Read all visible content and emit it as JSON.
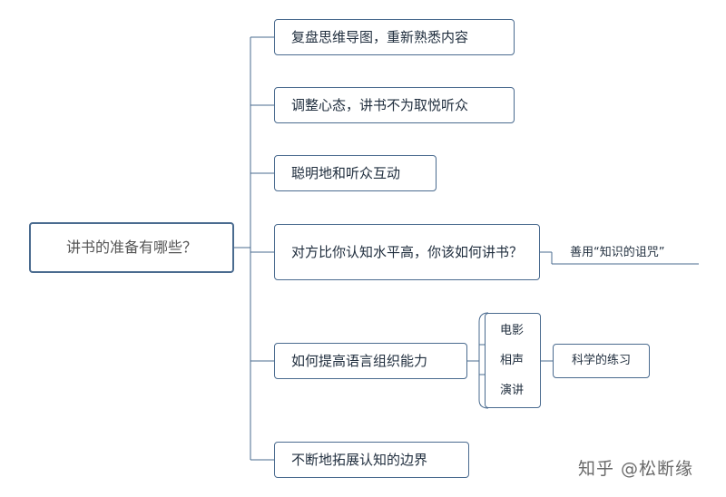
{
  "root": "讲书的准备有哪些？",
  "branches": [
    "复盘思维导图，重新熟悉内容",
    "调整心态，讲书不为取悦听众",
    "聪明地和听众互动",
    "对方比你认知水平高，你该如何讲书？",
    "如何提高语言组织能力",
    "不断地拓展认知的边界"
  ],
  "branch4_child": "善用“知识的诅咒”",
  "branch5_children": [
    "电影",
    "相声",
    "演讲"
  ],
  "branch5_summary": "科学的练习",
  "watermark": "知乎 @松断缘"
}
